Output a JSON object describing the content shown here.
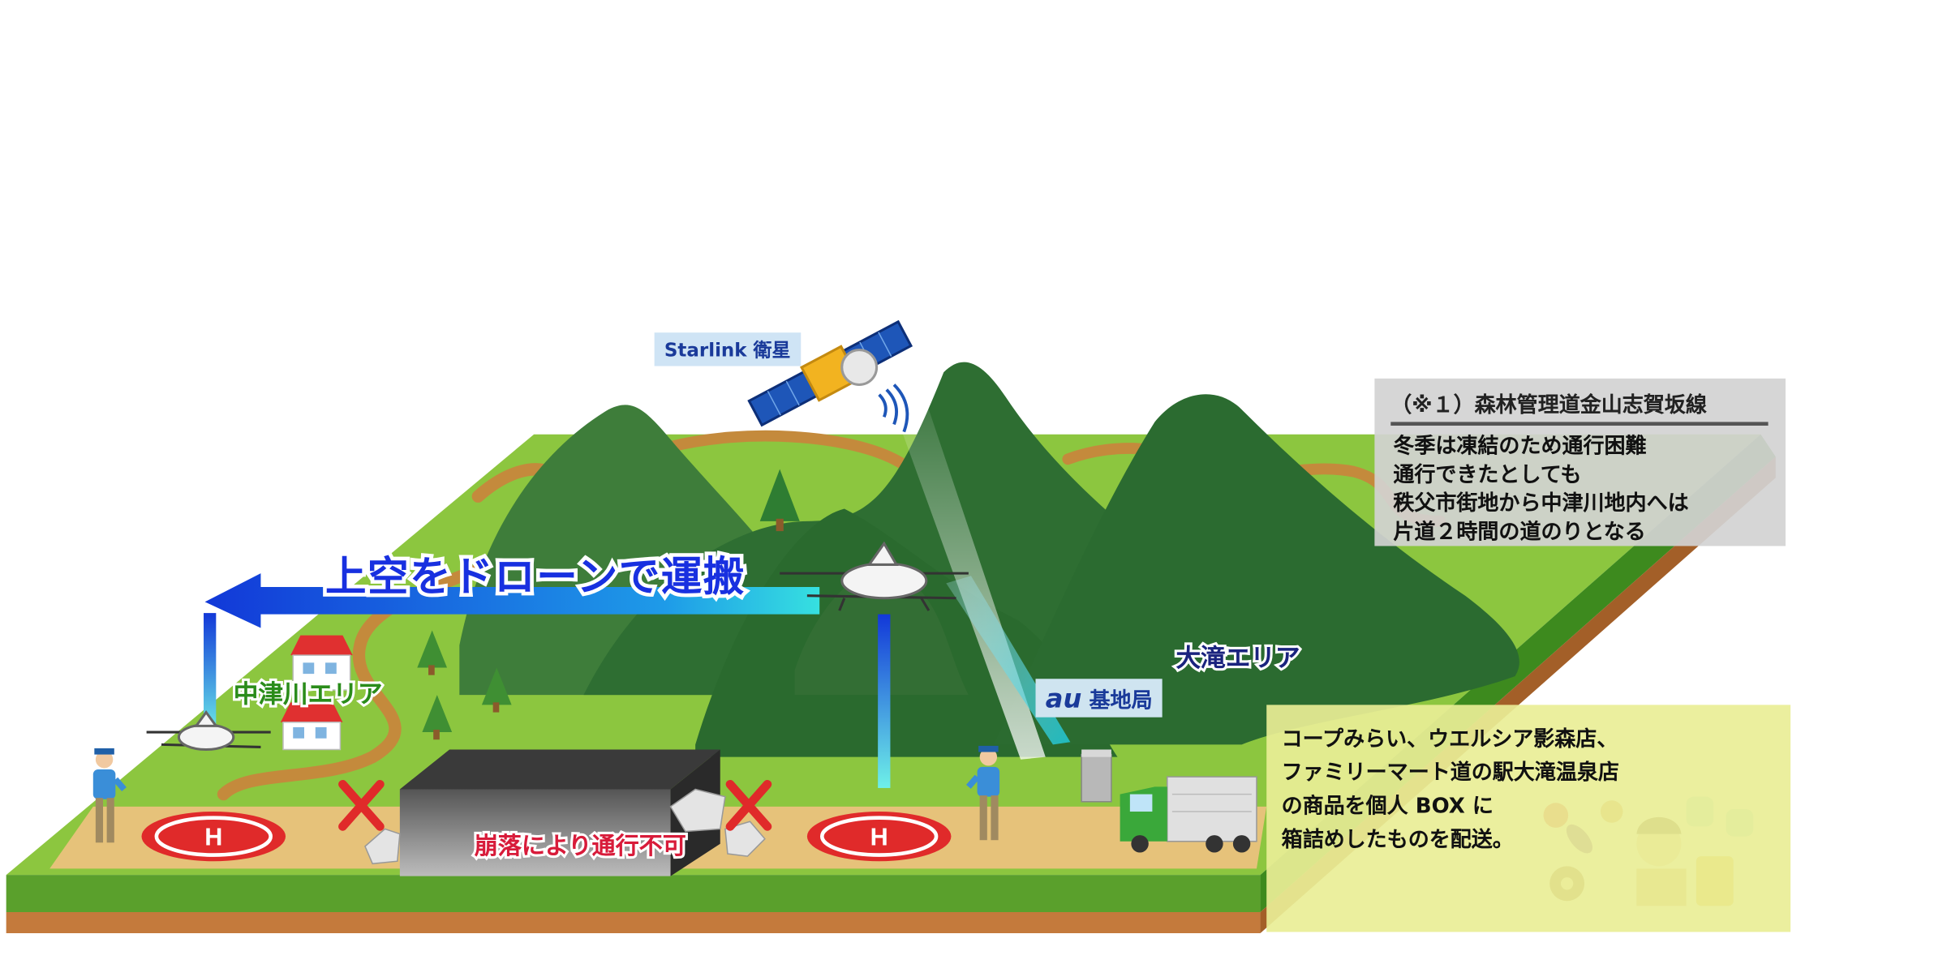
{
  "labels": {
    "starlink": "Starlink 衛星",
    "au_mark": "au",
    "au_station": "基地局",
    "main_arrow": "上空をドローンで運搬",
    "nakatsugawa_area": "中津川エリア",
    "otaki_area": "大滝エリア",
    "collapse": "崩落により通行不可"
  },
  "note": {
    "title": "（※１）森林管理道金山志賀坂線",
    "lines": [
      "冬季は凍結のため通行困難",
      "通行できたとしても",
      "秩父市街地から中津川地内へは",
      "片道２時間の道のりとなる"
    ]
  },
  "shop": {
    "lines": [
      "コープみらい、ウエルシア影森店、",
      "ファミリーマート道の駅大滝温泉店",
      "の商品を個人 BOX に",
      "箱詰めしたものを配送。"
    ]
  },
  "colors": {
    "grass": "#8cc63f",
    "mountain": "#2e6e32",
    "road": "#e6c27a",
    "soil": "#c47a3c",
    "arrow_blue": "#1a56e0",
    "helipad_red": "#e02a2a",
    "x_red": "#e02a2a"
  }
}
